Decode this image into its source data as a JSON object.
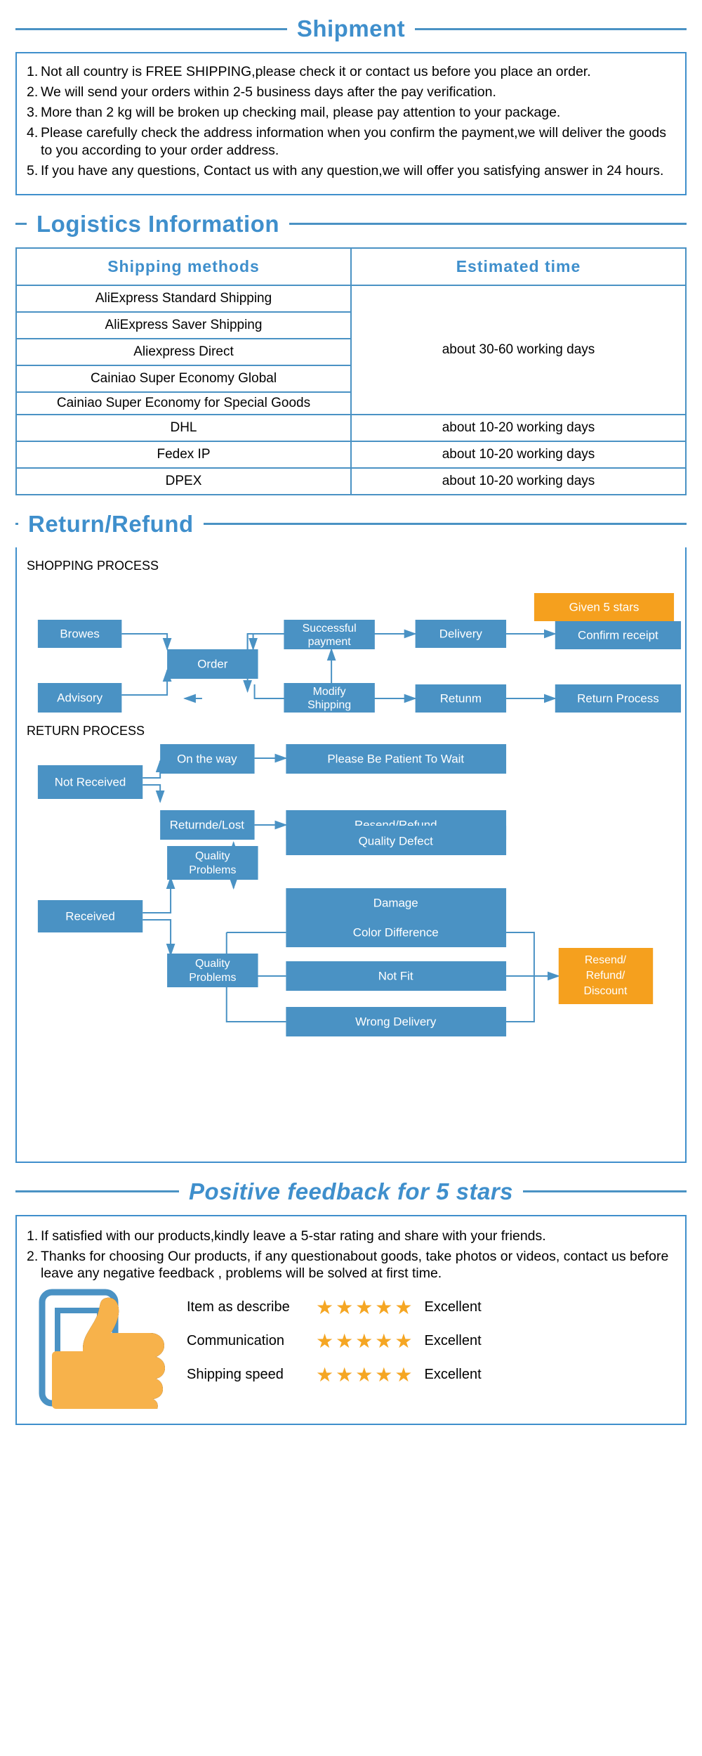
{
  "shipment": {
    "title": "Shipment",
    "items": [
      "Not all country is FREE SHIPPING,please check it or contact us before you place an order.",
      "We will send your orders within 2-5 business days after the pay verification.",
      "More than 2 kg will be broken up checking mail, please pay attention to your package.",
      "Please carefully check the address information when you confirm the payment,we will deliver the goods to you according to your order address.",
      "If you have any questions, Contact us with any question,we will offer you satisfying answer in 24 hours."
    ]
  },
  "logistics": {
    "title": "Logistics  Information",
    "headers": [
      "Shipping  methods",
      "Estimated  time"
    ],
    "rows": [
      {
        "method": "AliExpress Standard Shipping",
        "time": ""
      },
      {
        "method": "AliExpress Saver Shipping",
        "time": ""
      },
      {
        "method": "Aliexpress Direct",
        "time": "about 30-60 working days"
      },
      {
        "method": "Cainiao Super Economy Global",
        "time": ""
      },
      {
        "method": "Cainiao Super Economy for Special Goods",
        "time": ""
      },
      {
        "method": "DHL",
        "time": "about 10-20  working days"
      },
      {
        "method": "Fedex IP",
        "time": "about 10-20  working days"
      },
      {
        "method": "DPEX",
        "time": "about 10-20  working days"
      }
    ],
    "merged_time": "about 30-60 working days"
  },
  "returnRefund": {
    "title": "Return/Refund",
    "shopping_label": "SHOPPING PROCESS",
    "return_label": "RETURN PROCESS",
    "shopping_nodes": {
      "browes": "Browes",
      "order": "Order",
      "successful_payment": "Successful payment",
      "delivery": "Delivery",
      "confirm_receipt": "Confirm receipt",
      "given_5_stars": "Given 5 stars",
      "advisory": "Advisory",
      "modify_shipping": "Modify Shipping",
      "retunm": "Retunm",
      "return_process": "Return Process"
    },
    "return_nodes": {
      "not_received": "Not Received",
      "on_the_way": "On the way",
      "please_be_patient": "Please Be Patient To Wait",
      "returnde_lost": "Returnde/Lost",
      "resend_refund": "Resend/Refund",
      "received": "Received",
      "quality_problems_1": "Quality Problems",
      "quality_problems_2": "Quality Problems",
      "quality_defect": "Quality Defect",
      "damage": "Damage",
      "color_difference": "Color Difference",
      "not_fit": "Not Fit",
      "wrong_delivery": "Wrong Delivery",
      "resend_refund_discount": "Resend/ Refund/ Discount"
    }
  },
  "feedback": {
    "title": "Positive feedback for 5 stars",
    "items": [
      "If satisfied with our products,kindly leave a 5-star rating and share with your friends.",
      "Thanks for choosing Our products, if any questionabout goods, take photos or videos, contact us before leave any negative feedback , problems will be solved at first time."
    ],
    "ratings": [
      {
        "label": "Item as describe",
        "stars": 5,
        "value": "Excellent"
      },
      {
        "label": "Communication",
        "stars": 5,
        "value": "Excellent"
      },
      {
        "label": "Shipping speed",
        "stars": 5,
        "value": "Excellent"
      }
    ]
  },
  "colors": {
    "brand_blue": "#3f8fcc",
    "node_blue": "#4a92c4",
    "accent_orange": "#f5a01e",
    "star_gold": "#f5a623"
  }
}
